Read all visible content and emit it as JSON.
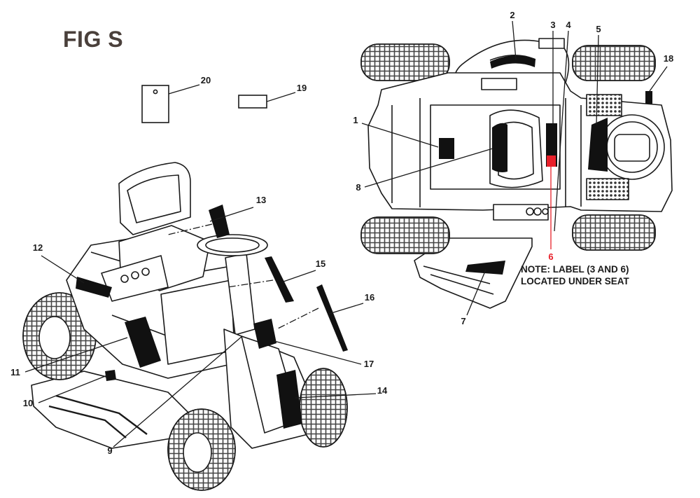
{
  "figure": {
    "title": "FIG S",
    "note_lines": [
      "NOTE: LABEL (3 AND 6)",
      "LOCATED UNDER SEAT"
    ]
  },
  "callouts": [
    {
      "id": "1",
      "label": "1"
    },
    {
      "id": "2",
      "label": "2"
    },
    {
      "id": "3",
      "label": "3"
    },
    {
      "id": "4",
      "label": "4"
    },
    {
      "id": "5",
      "label": "5"
    },
    {
      "id": "6",
      "label": "6",
      "highlight": true
    },
    {
      "id": "7",
      "label": "7"
    },
    {
      "id": "8",
      "label": "8"
    },
    {
      "id": "9",
      "label": "9"
    },
    {
      "id": "10",
      "label": "10"
    },
    {
      "id": "11",
      "label": "11"
    },
    {
      "id": "12",
      "label": "12"
    },
    {
      "id": "13",
      "label": "13"
    },
    {
      "id": "14",
      "label": "14"
    },
    {
      "id": "15",
      "label": "15"
    },
    {
      "id": "16",
      "label": "16"
    },
    {
      "id": "17",
      "label": "17"
    },
    {
      "id": "18",
      "label": "18"
    },
    {
      "id": "19",
      "label": "19"
    },
    {
      "id": "20",
      "label": "20"
    }
  ],
  "colors": {
    "line": "#1a1a1a",
    "label_fill": "#111111",
    "highlight_red": "#e8202a",
    "title_text": "#4a403b"
  }
}
